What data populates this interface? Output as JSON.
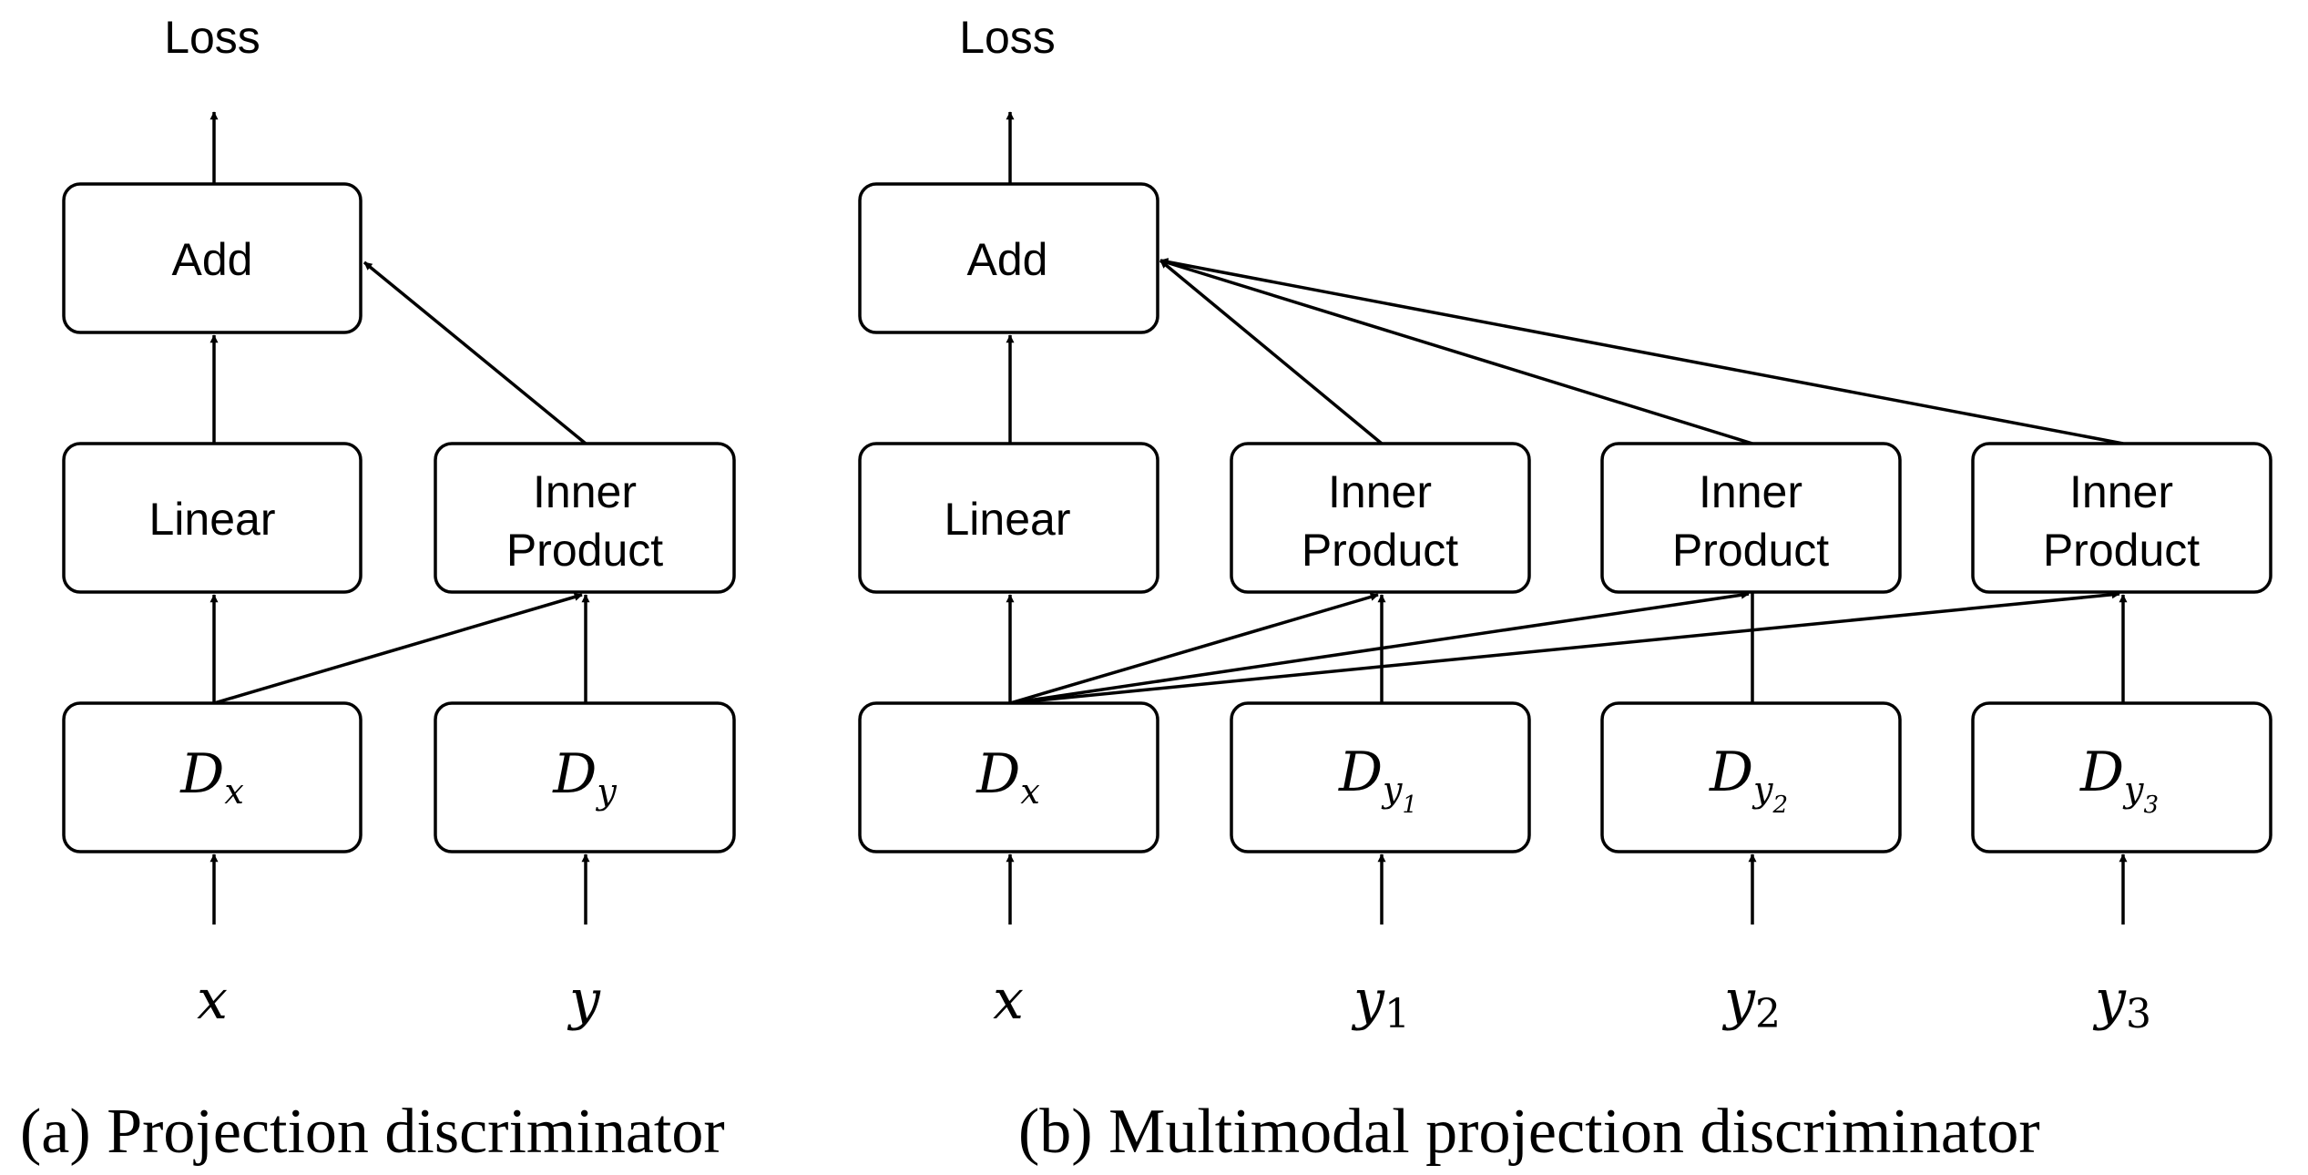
{
  "panel_a": {
    "loss": "Loss",
    "add": "Add",
    "linear": "Linear",
    "inner_line1": "Inner",
    "inner_line2": "Product",
    "dx_main": "D",
    "dx_sub": "x",
    "dy_main": "D",
    "dy_sub": "y",
    "input_x": "x",
    "input_y": "y",
    "caption": "(a) Projection discriminator"
  },
  "panel_b": {
    "loss": "Loss",
    "add": "Add",
    "linear": "Linear",
    "inner_line1": "Inner",
    "inner_line2": "Product",
    "dx_main": "D",
    "dx_sub": "x",
    "dy_main": "D",
    "dy_sub": "y",
    "dy_indices": [
      "1",
      "2",
      "3"
    ],
    "input_x": "x",
    "input_y_letter": "y",
    "input_y_indices": [
      "1",
      "2",
      "3"
    ],
    "caption": "(b) Multimodal projection discriminator"
  }
}
